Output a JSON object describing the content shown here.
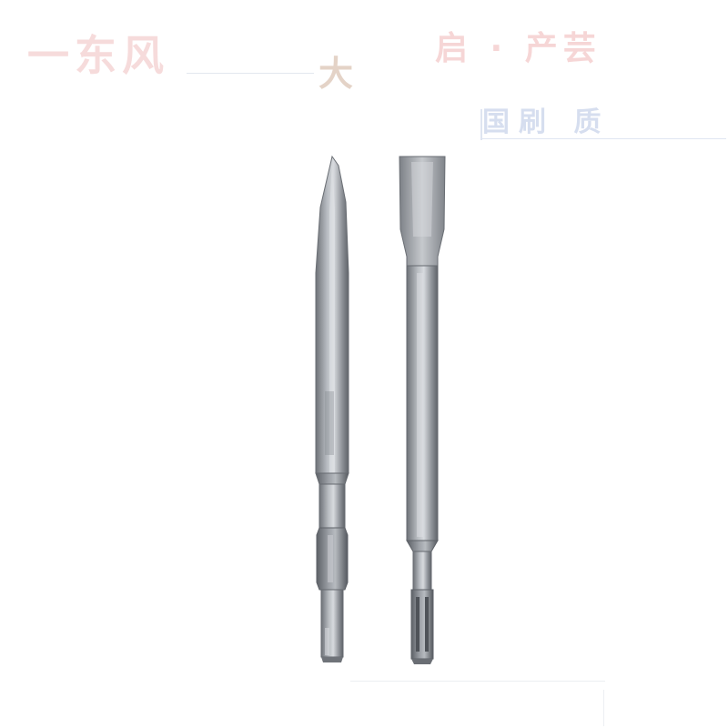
{
  "watermark": {
    "line1_left": "一东风",
    "line1_center": "大",
    "line1_right": "启 · 产芸",
    "line2": "国刷 质"
  },
  "image": {
    "background": "#ffffff",
    "objects": [
      {
        "name": "pointed-chisel",
        "color": "#8c9096"
      },
      {
        "name": "flat-chisel",
        "color": "#8c9096"
      }
    ]
  }
}
